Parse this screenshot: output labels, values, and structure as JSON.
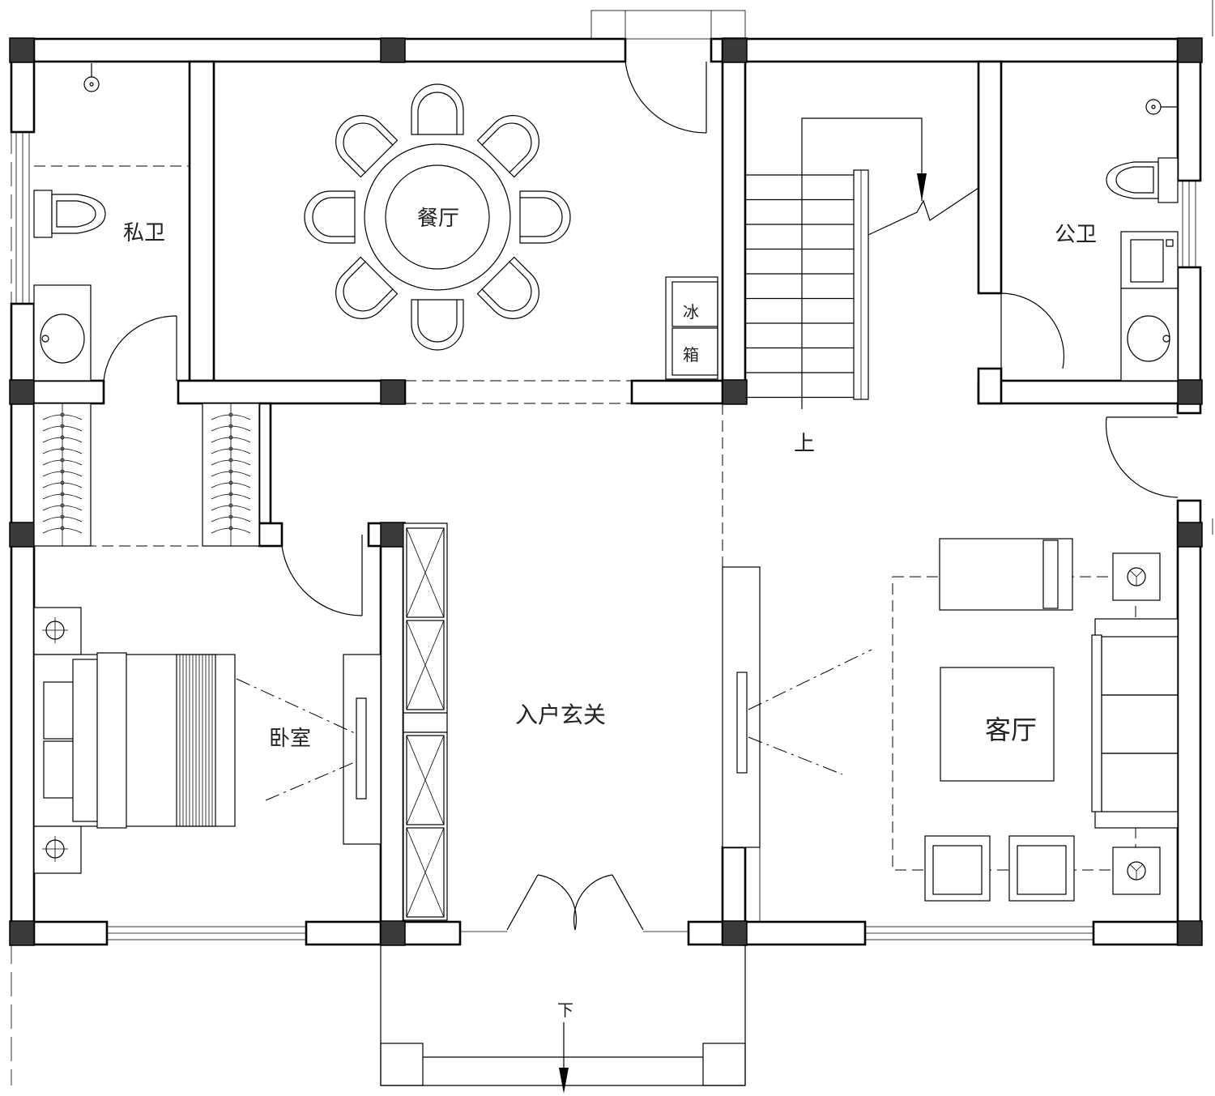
{
  "rooms": {
    "private_bath": "私卫",
    "dining": "餐厅",
    "public_bath": "公卫",
    "bedroom": "卧室",
    "entrance": "入户玄关",
    "living": "客厅"
  },
  "fixtures": {
    "fridge_char_1": "冰",
    "fridge_char_2": "箱"
  },
  "stairs": {
    "up": "上",
    "down": "下"
  },
  "colors": {
    "wall_stroke": "#000000",
    "column_fill": "#3a3a3a",
    "background": "#ffffff"
  }
}
